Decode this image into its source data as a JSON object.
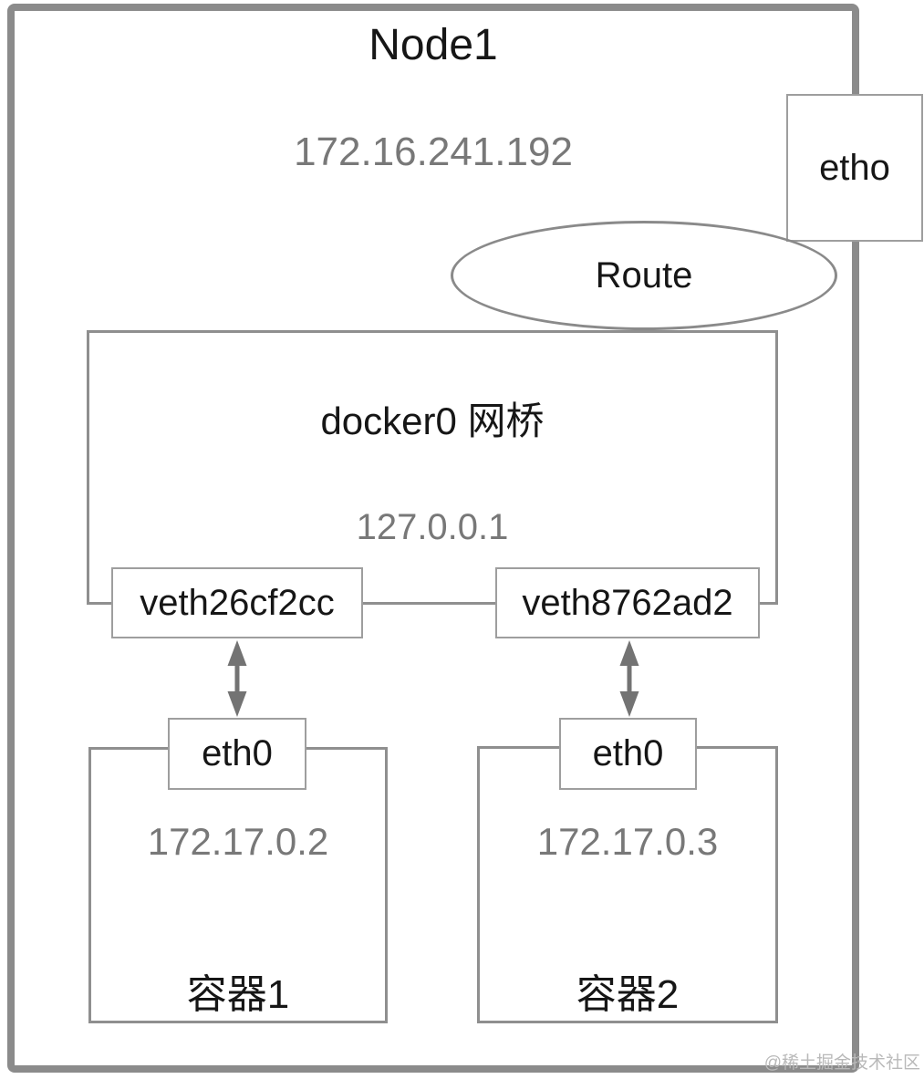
{
  "node": {
    "title": "Node1",
    "ip": "172.16.241.192",
    "interface_label": "etho"
  },
  "route": {
    "label": "Route"
  },
  "bridge": {
    "label": "docker0 网桥",
    "ip": "127.0.0.1",
    "veth_interfaces": [
      {
        "label": "veth26cf2cc"
      },
      {
        "label": "veth8762ad2"
      }
    ]
  },
  "containers": [
    {
      "interface": "eth0",
      "ip": "172.17.0.2",
      "label": "容器1"
    },
    {
      "interface": "eth0",
      "ip": "172.17.0.3",
      "label": "容器2"
    }
  ],
  "watermark": "@稀土掘金技术社区",
  "colors": {
    "node_border": "#8b8b8b",
    "box_border": "#9e9e9e",
    "inner_border": "#8f8f8f",
    "text_black": "#161616",
    "text_gray": "#787878",
    "arrow_gray": "#737373",
    "watermark_gray": "#b9b9b9"
  }
}
